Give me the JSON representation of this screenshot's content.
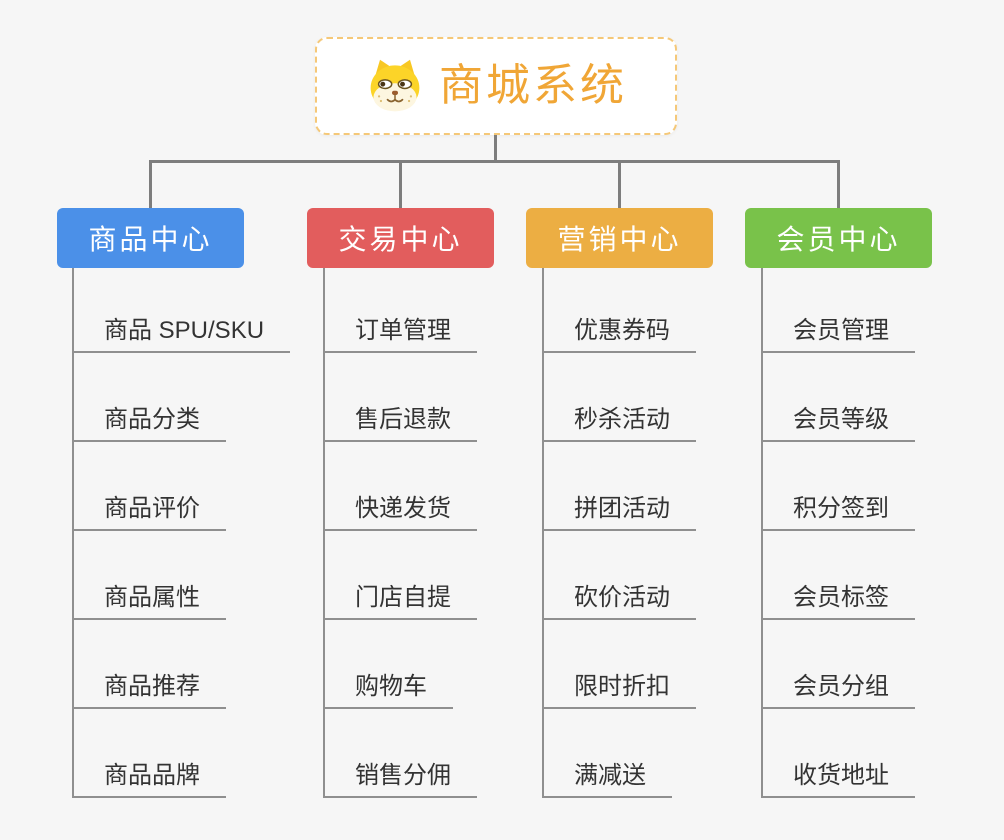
{
  "canvas": {
    "background": "#f6f6f6"
  },
  "root": {
    "title": "商城系统",
    "icon": "dog-face-icon",
    "title_color": "#f0a636",
    "border_color": "#f5c878"
  },
  "connectors": {
    "tree_line_color": "#7d7d7d",
    "child_line_color": "#8f8f8f"
  },
  "branches": [
    {
      "label": "商品中心",
      "color": "#4b90e8",
      "children": [
        "商品 SPU/SKU",
        "商品分类",
        "商品评价",
        "商品属性",
        "商品推荐",
        "商品品牌"
      ]
    },
    {
      "label": "交易中心",
      "color": "#e25d5d",
      "children": [
        "订单管理",
        "售后退款",
        "快递发货",
        "门店自提",
        "购物车",
        "销售分佣"
      ]
    },
    {
      "label": "营销中心",
      "color": "#ecae43",
      "children": [
        "优惠券码",
        "秒杀活动",
        "拼团活动",
        "砍价活动",
        "限时折扣",
        "满减送"
      ]
    },
    {
      "label": "会员中心",
      "color": "#79c24a",
      "children": [
        "会员管理",
        "会员等级",
        "积分签到",
        "会员标签",
        "会员分组",
        "收货地址"
      ]
    }
  ]
}
